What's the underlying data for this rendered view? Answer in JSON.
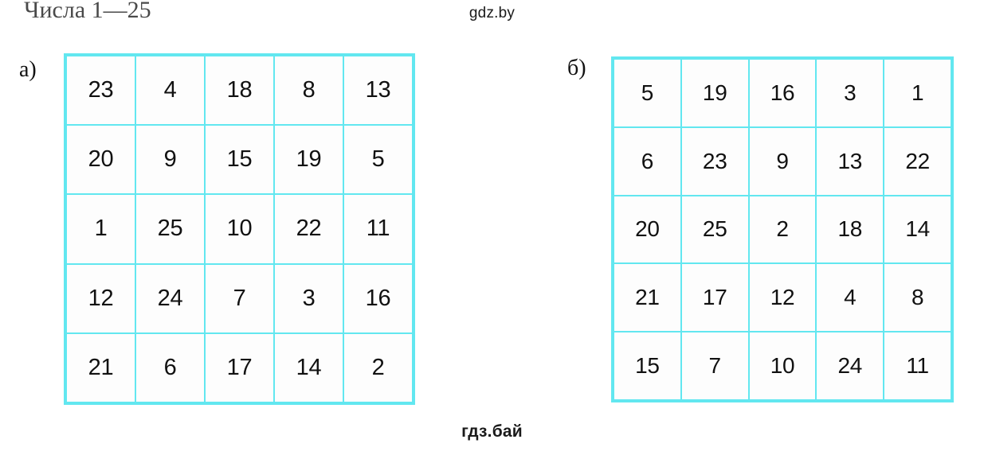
{
  "watermarks": {
    "top": "gdz.by",
    "bottom": "гдз.бай"
  },
  "clipped_heading": "Числа 1—25",
  "parts": [
    {
      "label": "а)"
    },
    {
      "label": "б)"
    }
  ],
  "grids": [
    {
      "id": "a",
      "label": "а)",
      "rows": 5,
      "cols": 5,
      "border_color": "#62e7f0",
      "cell_background": "#fdfdfd",
      "values": [
        [
          23,
          4,
          18,
          8,
          13
        ],
        [
          20,
          9,
          15,
          19,
          5
        ],
        [
          1,
          25,
          10,
          22,
          11
        ],
        [
          12,
          24,
          7,
          3,
          16
        ],
        [
          21,
          6,
          17,
          14,
          2
        ]
      ]
    },
    {
      "id": "b",
      "label": "б)",
      "rows": 5,
      "cols": 5,
      "border_color": "#62e7f0",
      "cell_background": "#fdfdfd",
      "values": [
        [
          5,
          19,
          16,
          3,
          1
        ],
        [
          6,
          23,
          9,
          13,
          22
        ],
        [
          20,
          25,
          2,
          18,
          14
        ],
        [
          21,
          17,
          12,
          4,
          8
        ],
        [
          15,
          7,
          10,
          24,
          11
        ]
      ]
    }
  ],
  "chart_data": {
    "type": "table",
    "title": "Числа 1—25",
    "tables": [
      {
        "name": "а)",
        "rows": [
          [
            23,
            4,
            18,
            8,
            13
          ],
          [
            20,
            9,
            15,
            19,
            5
          ],
          [
            1,
            25,
            10,
            22,
            11
          ],
          [
            12,
            24,
            7,
            3,
            16
          ],
          [
            21,
            6,
            17,
            14,
            2
          ]
        ]
      },
      {
        "name": "б)",
        "rows": [
          [
            5,
            19,
            16,
            3,
            1
          ],
          [
            6,
            23,
            9,
            13,
            22
          ],
          [
            20,
            25,
            2,
            18,
            14
          ],
          [
            21,
            17,
            12,
            4,
            8
          ],
          [
            15,
            7,
            10,
            24,
            11
          ]
        ]
      }
    ]
  }
}
